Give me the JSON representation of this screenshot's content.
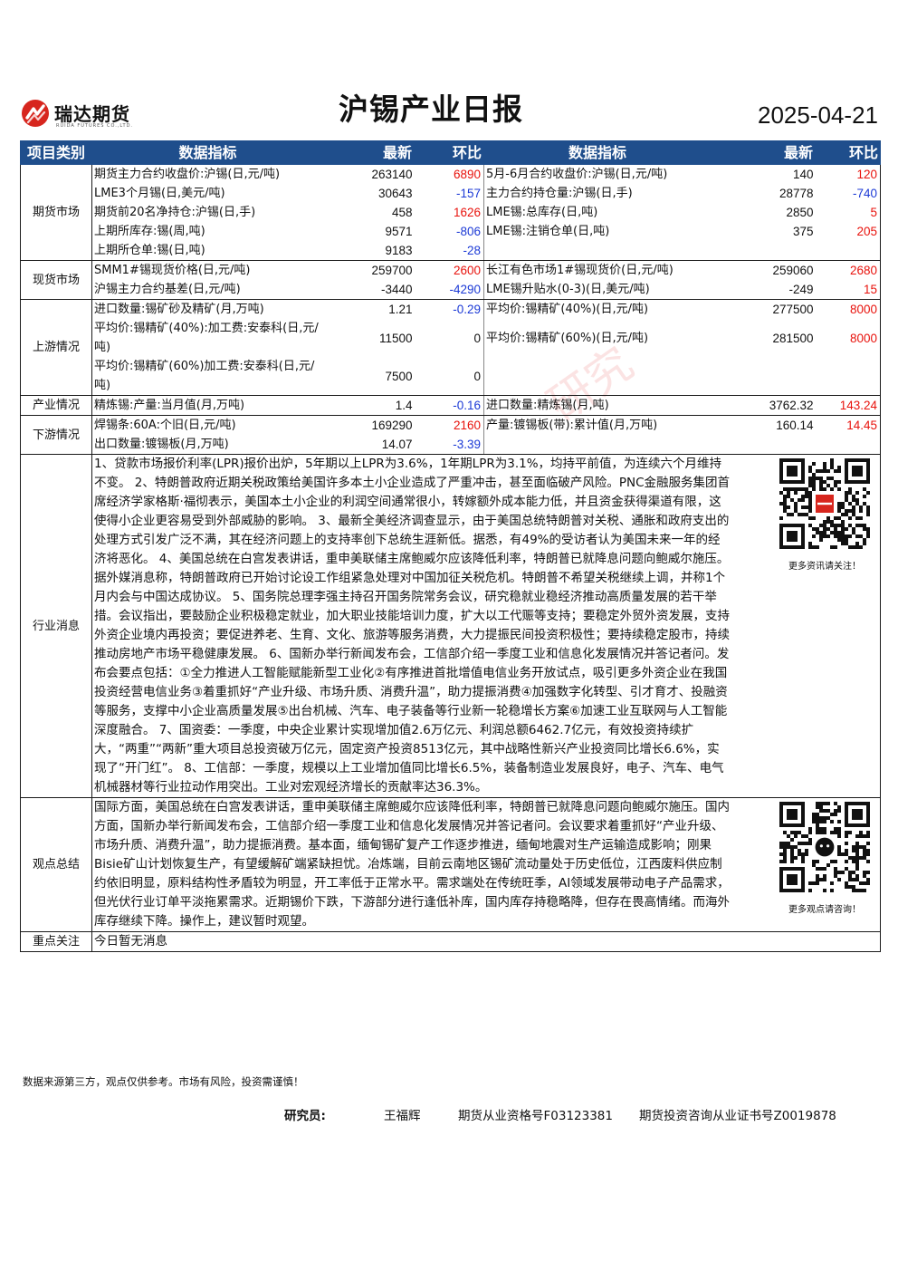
{
  "header": {
    "logo_name": "瑞达期货",
    "logo_sub": "RUIDA FUTURES CO.,LTD.",
    "title": "沪锡产业日报",
    "date": "2025-04-21"
  },
  "colors": {
    "header_bg": "#1f4e8c",
    "up": "#e8120c",
    "down": "#1c3ad6",
    "logo_red": "#d7261e"
  },
  "table": {
    "headers": [
      "项目类别",
      "数据指标",
      "最新",
      "环比",
      "数据指标",
      "最新",
      "环比"
    ],
    "groups": [
      {
        "category": "期货市场",
        "rows": [
          {
            "l_label": "期货主力合约收盘价:沪锡(日,元/吨)",
            "l_value": "263140",
            "l_change": "6890",
            "r_label": "5月-6月合约收盘价:沪锡(日,元/吨)",
            "r_value": "140",
            "r_change": "120"
          },
          {
            "l_label": "LME3个月锡(日,美元/吨)",
            "l_value": "30643",
            "l_change": "-157",
            "r_label": "主力合约持仓量:沪锡(日,手)",
            "r_value": "28778",
            "r_change": "-740"
          },
          {
            "l_label": "期货前20名净持仓:沪锡(日,手)",
            "l_value": "458",
            "l_change": "1626",
            "r_label": "LME锡:总库存(日,吨)",
            "r_value": "2850",
            "r_change": "5"
          },
          {
            "l_label": "上期所库存:锡(周,吨)",
            "l_value": "9571",
            "l_change": "-806",
            "r_label": "LME锡:注销仓单(日,吨)",
            "r_value": "375",
            "r_change": "205"
          },
          {
            "l_label": "上期所仓单:锡(日,吨)",
            "l_value": "9183",
            "l_change": "-28",
            "r_label": "",
            "r_value": "",
            "r_change": ""
          }
        ]
      },
      {
        "category": "现货市场",
        "rows": [
          {
            "l_label": "SMM1#锡现货价格(日,元/吨)",
            "l_value": "259700",
            "l_change": "2600",
            "r_label": "长江有色市场1#锡现货价(日,元/吨)",
            "r_value": "259060",
            "r_change": "2680"
          },
          {
            "l_label": "沪锡主力合约基差(日,元/吨)",
            "l_value": "-3440",
            "l_change": "-4290",
            "r_label": "LME锡升贴水(0-3)(日,美元/吨)",
            "r_value": "-249",
            "r_change": "15"
          }
        ]
      },
      {
        "category": "上游情况",
        "rows": [
          {
            "l_label": "进口数量:锡矿砂及精矿(月,万吨)",
            "l_value": "1.21",
            "l_change": "-0.29",
            "r_label": "平均价:锡精矿(40%)(日,元/吨)",
            "r_value": "277500",
            "r_change": "8000"
          },
          {
            "l_label": "平均价:锡精矿(40%):加工费:安泰科(日,元/吨)",
            "l_value": "11500",
            "l_change": "0",
            "r_label": "平均价:锡精矿(60%)(日,元/吨)",
            "r_value": "281500",
            "r_change": "8000"
          },
          {
            "l_label": "平均价:锡精矿(60%)加工费:安泰科(日,元/吨)",
            "l_value": "7500",
            "l_change": "0",
            "r_label": "",
            "r_value": "",
            "r_change": ""
          }
        ]
      },
      {
        "category": "产业情况",
        "rows": [
          {
            "l_label": "精炼锡:产量:当月值(月,万吨)",
            "l_value": "1.4",
            "l_change": "-0.16",
            "r_label": "进口数量:精炼锡(月,吨)",
            "r_value": "3762.32",
            "r_change": "143.24"
          }
        ]
      },
      {
        "category": "下游情况",
        "rows": [
          {
            "l_label": "焊锡条:60A:个旧(日,元/吨)",
            "l_value": "169290",
            "l_change": "2160",
            "r_label": "产量:镀锡板(带):累计值(月,万吨)",
            "r_value": "160.14",
            "r_change": "14.45"
          },
          {
            "l_label": "出口数量:镀锡板(月,万吨)",
            "l_value": "14.07",
            "l_change": "-3.39",
            "r_label": "",
            "r_value": "",
            "r_change": ""
          }
        ]
      }
    ],
    "industry_news": {
      "category": "行业消息",
      "text": "1、贷款市场报价利率(LPR)报价出炉，5年期以上LPR为3.6%，1年期LPR为3.1%，均持平前值，为连续六个月维持不变。 2、特朗普政府近期关税政策给美国许多本土小企业造成了严重冲击，甚至面临破产风险。PNC金融服务集团首席经济学家格斯·福彻表示，美国本土小企业的利润空间通常很小，转嫁额外成本能力低，并且资金获得渠道有限，这使得小企业更容易受到外部威胁的影响。 3、最新全美经济调查显示，由于美国总统特朗普对关税、通胀和政府支出的处理方式引发广泛不满，其在经济问题上的支持率创下总统生涯新低。据悉，有49%的受访者认为美国未来一年的经济将恶化。 4、美国总统在白宫发表讲话，重申美联储主席鲍威尔应该降低利率，特朗普已就降息问题向鲍威尔施压。据外媒消息称，特朗普政府已开始讨论设工作组紧急处理对中国加征关税危机。特朗普不希望关税继续上调，并称1个月内会与中国达成协议。 5、国务院总理李强主持召开国务院常务会议，研究稳就业稳经济推动高质量发展的若干举措。会议指出，要鼓励企业积极稳定就业，加大职业技能培训力度，扩大以工代赈等支持；要稳定外贸外资发展，支持外资企业境内再投资；要促进养老、生育、文化、旅游等服务消费，大力提振民间投资积极性；要持续稳定股市，持续推动房地产市场平稳健康发展。 6、国新办举行新闻发布会，工信部介绍一季度工业和信息化发展情况并答记者问。发布会要点包括：①全力推进人工智能赋能新型工业化②有序推进首批增值电信业务开放试点，吸引更多外资企业在我国投资经营电信业务③着重抓好“产业升级、市场升质、消费升温”，助力提振消费④加强数字化转型、引才育才、投融资等服务，支撑中小企业高质量发展⑤出台机械、汽车、电子装备等行业新一轮稳增长方案⑥加速工业互联网与人工智能深度融合。 7、国资委：一季度，中央企业累计实现增加值2.6万亿元、利润总额6462.7亿元，有效投资持续扩大，“两重”“两新”重大项目总投资破万亿元，固定资产投资8513亿元，其中战略性新兴产业投资同比增长6.6%，实现了“开门红”。 8、工信部：一季度，规模以上工业增加值同比增长6.5%，装备制造业发展良好，电子、汽车、电气机械器材等行业拉动作用突出。工业对宏观经济增长的贡献率达36.3%。",
      "qr_caption": "更多资讯请关注！"
    },
    "view_summary": {
      "category": "观点总结",
      "text": "国际方面，美国总统在白宫发表讲话，重申美联储主席鲍威尔应该降低利率，特朗普已就降息问题向鲍威尔施压。国内方面，国新办举行新闻发布会，工信部介绍一季度工业和信息化发展情况并答记者问。会议要求着重抓好“产业升级、市场升质、消费升温”，助力提振消费。基本面，缅甸锡矿复产工作逐步推进，缅甸地震对生产运输造成影响；刚果Bisie矿山计划恢复生产，有望缓解矿端紧缺担忧。冶炼端，目前云南地区锡矿流动量处于历史低位，江西废料供应制约依旧明显，原料结构性矛盾较为明显，开工率低于正常水平。需求端处在传统旺季，AI领域发展带动电子产品需求，但光伏行业订单平淡拖累需求。近期锡价下跌，下游部分进行逢低补库，国内库存持稳略降，但存在畏高情绪。而海外库存继续下降。操作上，建议暂时观望。",
      "qr_caption": "更多观点请咨询！"
    },
    "focus": {
      "category": "重点关注",
      "text": "今日暂无消息"
    }
  },
  "disclaimer": "数据来源第三方，观点仅供参考。市场有风险，投资需谨慎！",
  "footer": {
    "researcher_label": "研究员:",
    "researcher_name": "王福辉",
    "qualification": "期货从业资格号F03123381",
    "consult_cert": "期货投资咨询从业证书号Z0019878"
  },
  "watermark": "研究"
}
